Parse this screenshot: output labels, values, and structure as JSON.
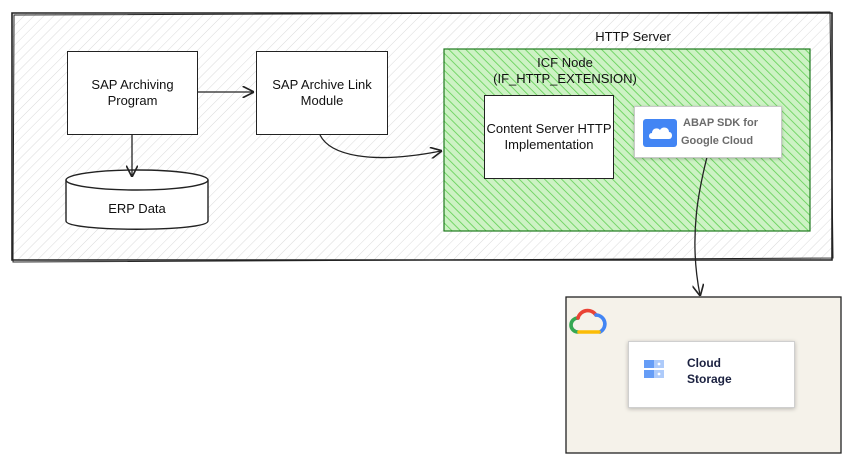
{
  "diagram": {
    "http_server": {
      "title": "HTTP Server"
    },
    "archiving_program": {
      "label_line1": "SAP Archiving",
      "label_line2": "Program"
    },
    "archive_link": {
      "label_line1": "SAP Archive Link",
      "label_line2": "Module"
    },
    "erp_data": {
      "label": "ERP Data"
    },
    "icf_node": {
      "title_line1": "ICF Node",
      "title_line2": "(IF_HTTP_EXTENSION)"
    },
    "content_server": {
      "label_line1": "Content Server HTTP",
      "label_line2": "Implementation"
    },
    "abap_sdk": {
      "label_line1": "ABAP SDK for",
      "label_line2": "Google Cloud",
      "icon": "cloud-icon"
    },
    "gcp_panel": {
      "logo": "google-cloud-logo"
    },
    "cloud_storage": {
      "label_line1": "Cloud",
      "label_line2": "Storage",
      "icon": "storage-icon"
    }
  },
  "colors": {
    "green_fill": "#c9f0c0",
    "green_hatch": "#58cc4c",
    "green_border": "#1f7a1f",
    "gray_hatch": "#d7d7d7",
    "panel_bg": "#f5f2ea",
    "sdk_blue": "#4285f4"
  }
}
